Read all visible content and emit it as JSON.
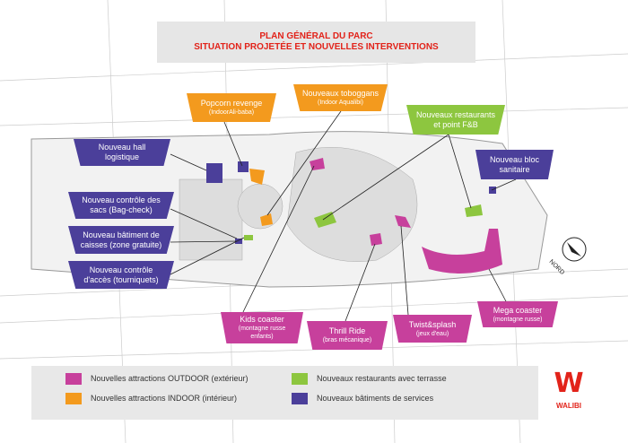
{
  "title": {
    "line1": "PLAN GÉNÉRAL DU PARC",
    "line2": "SITUATION PROJETÉE ET NOUVELLES INTERVENTIONS"
  },
  "labels": {
    "popcorn": {
      "name": "Popcorn revenge",
      "sub": "(IndoorAli-baba)"
    },
    "toboggans": {
      "name": "Nouveaux toboggans",
      "sub": "(Indoor Aqualibi)"
    },
    "restaurants": {
      "name": "Nouveaux restaurants",
      "sub": "et point F&B"
    },
    "hall": {
      "name": "Nouveau hall",
      "sub": "logistique"
    },
    "bagcheck": {
      "name": "Nouveau contrôle des",
      "sub": "sacs (Bag-check)"
    },
    "caisses": {
      "name": "Nouveau bâtiment de",
      "sub": "caisses (zone gratuite)"
    },
    "acces": {
      "name": "Nouveau contrôle",
      "sub": "d'accès (tourniquets)"
    },
    "sanitaire": {
      "name": "Nouveau bloc",
      "sub": "sanitaire"
    },
    "kids": {
      "name": "Kids coaster",
      "sub": "(montagne russe enfants)"
    },
    "thrill": {
      "name": "Thrill Ride",
      "sub": "(bras mécanique)"
    },
    "twist": {
      "name": "Twist&splash",
      "sub": "(jeux d'eau)"
    },
    "mega": {
      "name": "Mega coaster",
      "sub": "(montagne russe)"
    }
  },
  "legend": [
    {
      "label": "Nouvelles attractions OUTDOOR (extérieur)",
      "color": "#c7409c"
    },
    {
      "label": "Nouvelles attractions INDOOR (intérieur)",
      "color": "#f39a1e"
    },
    {
      "label": "Nouveaux restaurants avec terrasse",
      "color": "#8dc63f"
    },
    {
      "label": "Nouveaux bâtiments de services",
      "color": "#4b3f9a"
    }
  ],
  "north": "NORD",
  "logo": "WALIBI"
}
